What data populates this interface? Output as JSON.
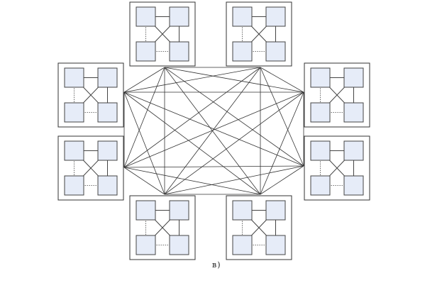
{
  "caption": "в)",
  "colors": {
    "node_fill": "#e6ecf8",
    "node_stroke": "#444444",
    "cluster_stroke": "#333333",
    "link_stroke": "#333333",
    "background": "#ffffff"
  },
  "clusters": [
    {
      "name": "cluster-top-left"
    },
    {
      "name": "cluster-top-right"
    },
    {
      "name": "cluster-right-top"
    },
    {
      "name": "cluster-right-bottom"
    },
    {
      "name": "cluster-bottom-right"
    },
    {
      "name": "cluster-bottom-left"
    },
    {
      "name": "cluster-left-bottom"
    },
    {
      "name": "cluster-left-top"
    }
  ],
  "topology": "complete-graph",
  "cluster_internal": "square-with-cross"
}
